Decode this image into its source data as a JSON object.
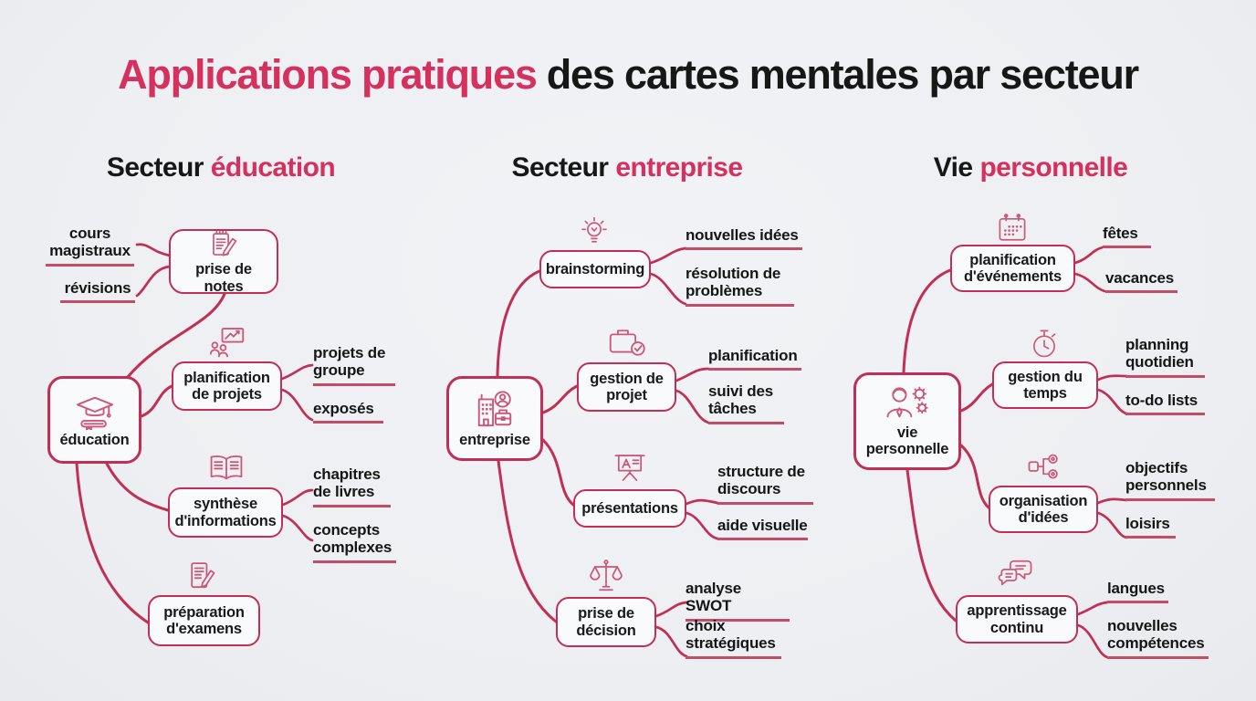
{
  "title": {
    "accent": "Applications pratiques",
    "rest": "des cartes mentales par secteur"
  },
  "colors": {
    "accent_text": "#d5315e",
    "stroke": "#c22f56",
    "icon": "#cb5878",
    "background": "#edeff2",
    "text": "#171717",
    "node_fill": "#f9fafc"
  },
  "diagram_type": "mind-map",
  "sectors": [
    {
      "heading_prefix": "Secteur",
      "heading_accent": "éducation",
      "center": {
        "label": "éducation",
        "icon": "graduation-cap-icon"
      },
      "branches": [
        {
          "label": "prise de notes",
          "icon": "notepad-pencil-icon",
          "leaves": [
            "cours magistraux",
            "révisions"
          ]
        },
        {
          "label": "planification de projets",
          "icon": "team-chart-icon",
          "leaves": [
            "projets de groupe",
            "exposés"
          ]
        },
        {
          "label": "synthèse d'informations",
          "icon": "open-book-icon",
          "leaves": [
            "chapitres de livres",
            "concepts complexes"
          ]
        },
        {
          "label": "préparation d'examens",
          "icon": "exam-sheet-icon",
          "leaves": []
        }
      ]
    },
    {
      "heading_prefix": "Secteur",
      "heading_accent": "entreprise",
      "center": {
        "label": "entreprise",
        "icon": "company-icon"
      },
      "branches": [
        {
          "label": "brainstorming",
          "icon": "lightbulb-icon",
          "leaves": [
            "nouvelles idées",
            "résolution de problèmes"
          ]
        },
        {
          "label": "gestion de projet",
          "icon": "briefcase-check-icon",
          "leaves": [
            "planification",
            "suivi des tâches"
          ]
        },
        {
          "label": "présentations",
          "icon": "presentation-easel-icon",
          "leaves": [
            "structure de discours",
            "aide visuelle"
          ]
        },
        {
          "label": "prise de décision",
          "icon": "balance-scale-icon",
          "leaves": [
            "analyse SWOT",
            "choix stratégiques"
          ]
        }
      ]
    },
    {
      "heading_prefix": "Vie",
      "heading_accent": "personnelle",
      "center": {
        "label": "vie personnelle",
        "icon": "person-gears-icon"
      },
      "branches": [
        {
          "label": "planification d'événements",
          "icon": "calendar-icon",
          "leaves": [
            "fêtes",
            "vacances"
          ]
        },
        {
          "label": "gestion du temps",
          "icon": "stopwatch-icon",
          "leaves": [
            "planning quotidien",
            "to-do lists"
          ]
        },
        {
          "label": "organisation d'idées",
          "icon": "idea-network-icon",
          "leaves": [
            "objectifs personnels",
            "loisirs"
          ]
        },
        {
          "label": "apprentissage continu",
          "icon": "chat-bubbles-icon",
          "leaves": [
            "langues",
            "nouvelles compétences"
          ]
        }
      ]
    }
  ]
}
